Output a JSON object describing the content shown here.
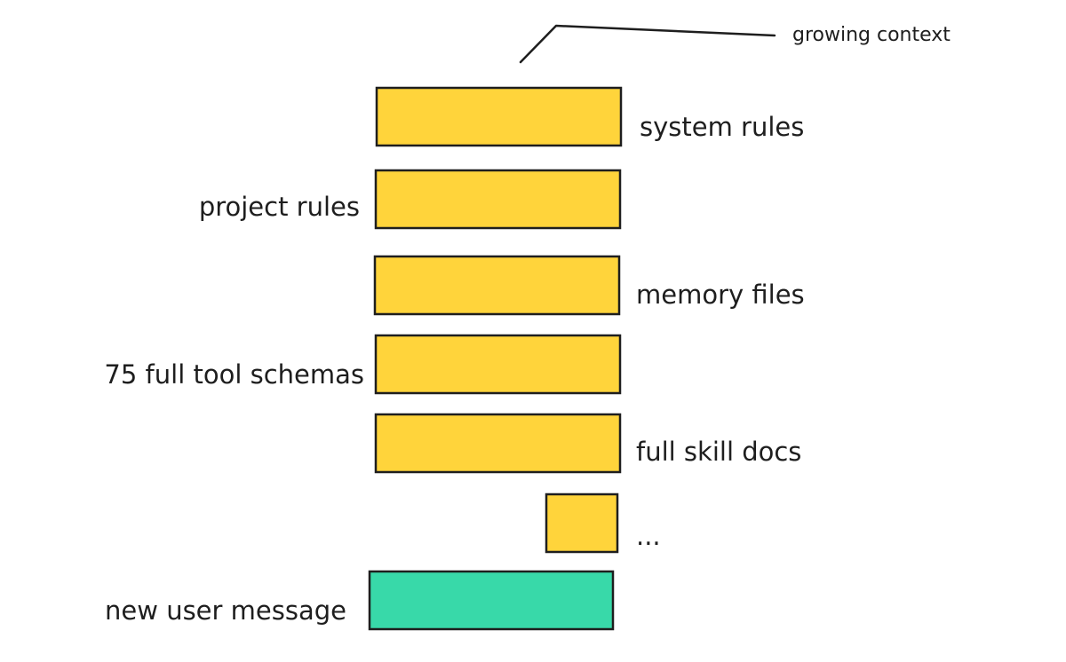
{
  "annotation": {
    "label": "growing context"
  },
  "blocks": [
    {
      "id": "system-rules",
      "label": "system rules",
      "kind": "context"
    },
    {
      "id": "project-rules",
      "label": "project rules",
      "kind": "context"
    },
    {
      "id": "memory-files",
      "label": "memory files",
      "kind": "context"
    },
    {
      "id": "tool-schemas",
      "label": "75 full tool schemas",
      "kind": "context"
    },
    {
      "id": "skill-docs",
      "label": "full skill docs",
      "kind": "context"
    },
    {
      "id": "ellipsis",
      "label": "...",
      "kind": "context"
    },
    {
      "id": "user-message",
      "label": "new user message",
      "kind": "user"
    }
  ],
  "colors": {
    "context_fill": "#ffd43b",
    "user_fill": "#38d9a9",
    "stroke": "#1e1e1e"
  }
}
